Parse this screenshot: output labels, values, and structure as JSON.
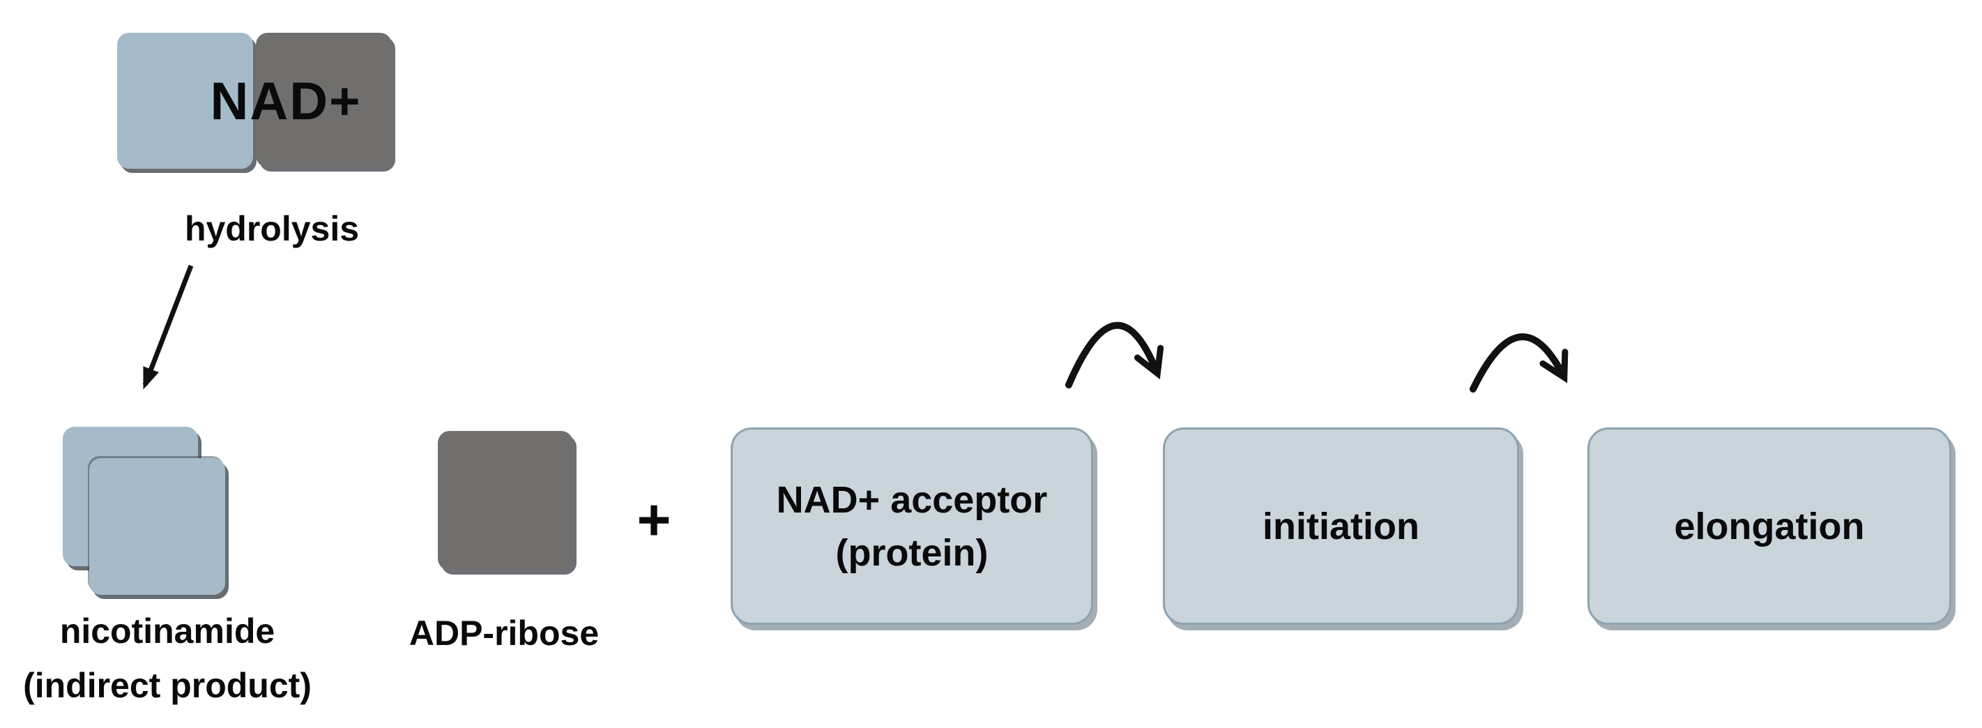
{
  "colors": {
    "background": "#ffffff",
    "light_square": "#a5bbca",
    "dark_square": "#706f6d",
    "process_box_fill": "#c9d4db",
    "process_box_border": "#8da3af",
    "text": "#0a0a0a",
    "arrow": "#111111"
  },
  "nodes": {
    "nad": {
      "label": "NAD+"
    },
    "hydrolysis": {
      "label": "hydrolysis"
    },
    "nicotinamide": {
      "line1": "nicotinamide",
      "line2": "(indirect product)"
    },
    "adp_ribose": {
      "label": "ADP-ribose"
    },
    "plus": {
      "symbol": "+"
    },
    "nad_acceptor": {
      "line1": "NAD+ acceptor",
      "line2": "(protein)"
    },
    "initiation": {
      "label": "initiation"
    },
    "elongation": {
      "label": "elongation"
    }
  }
}
